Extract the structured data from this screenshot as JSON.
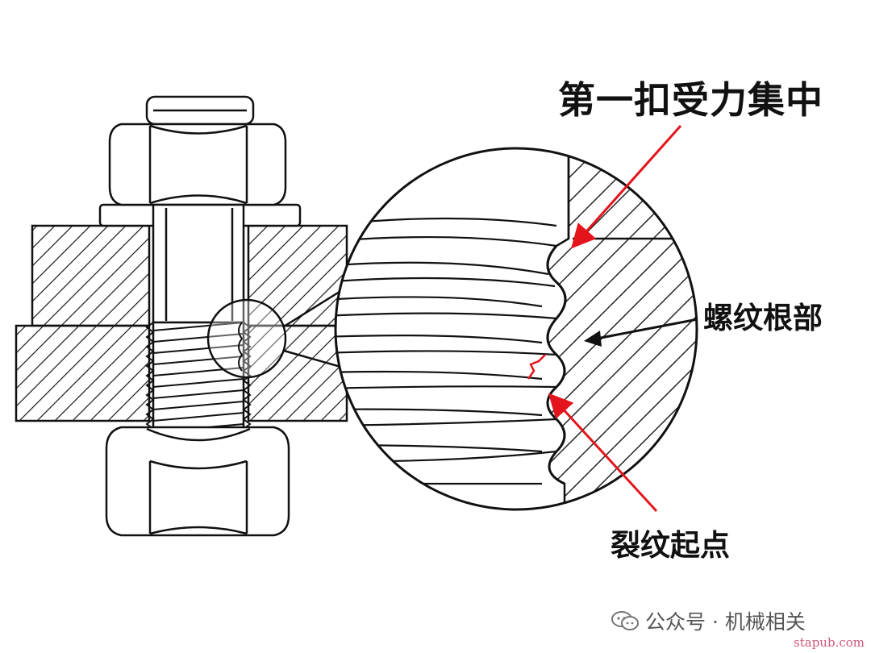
{
  "labels": {
    "first_thread": "第一扣受力集中",
    "thread_root": "螺纹根部",
    "crack_origin": "裂纹起点"
  },
  "watermark": {
    "account": "公众号 · 机械相关",
    "icon": "wechat-icon"
  },
  "site": "stapub.com",
  "colors": {
    "line": "#111111",
    "arrow_red": "#e3141b",
    "arrow_black": "#111111",
    "background": "#ffffff"
  }
}
